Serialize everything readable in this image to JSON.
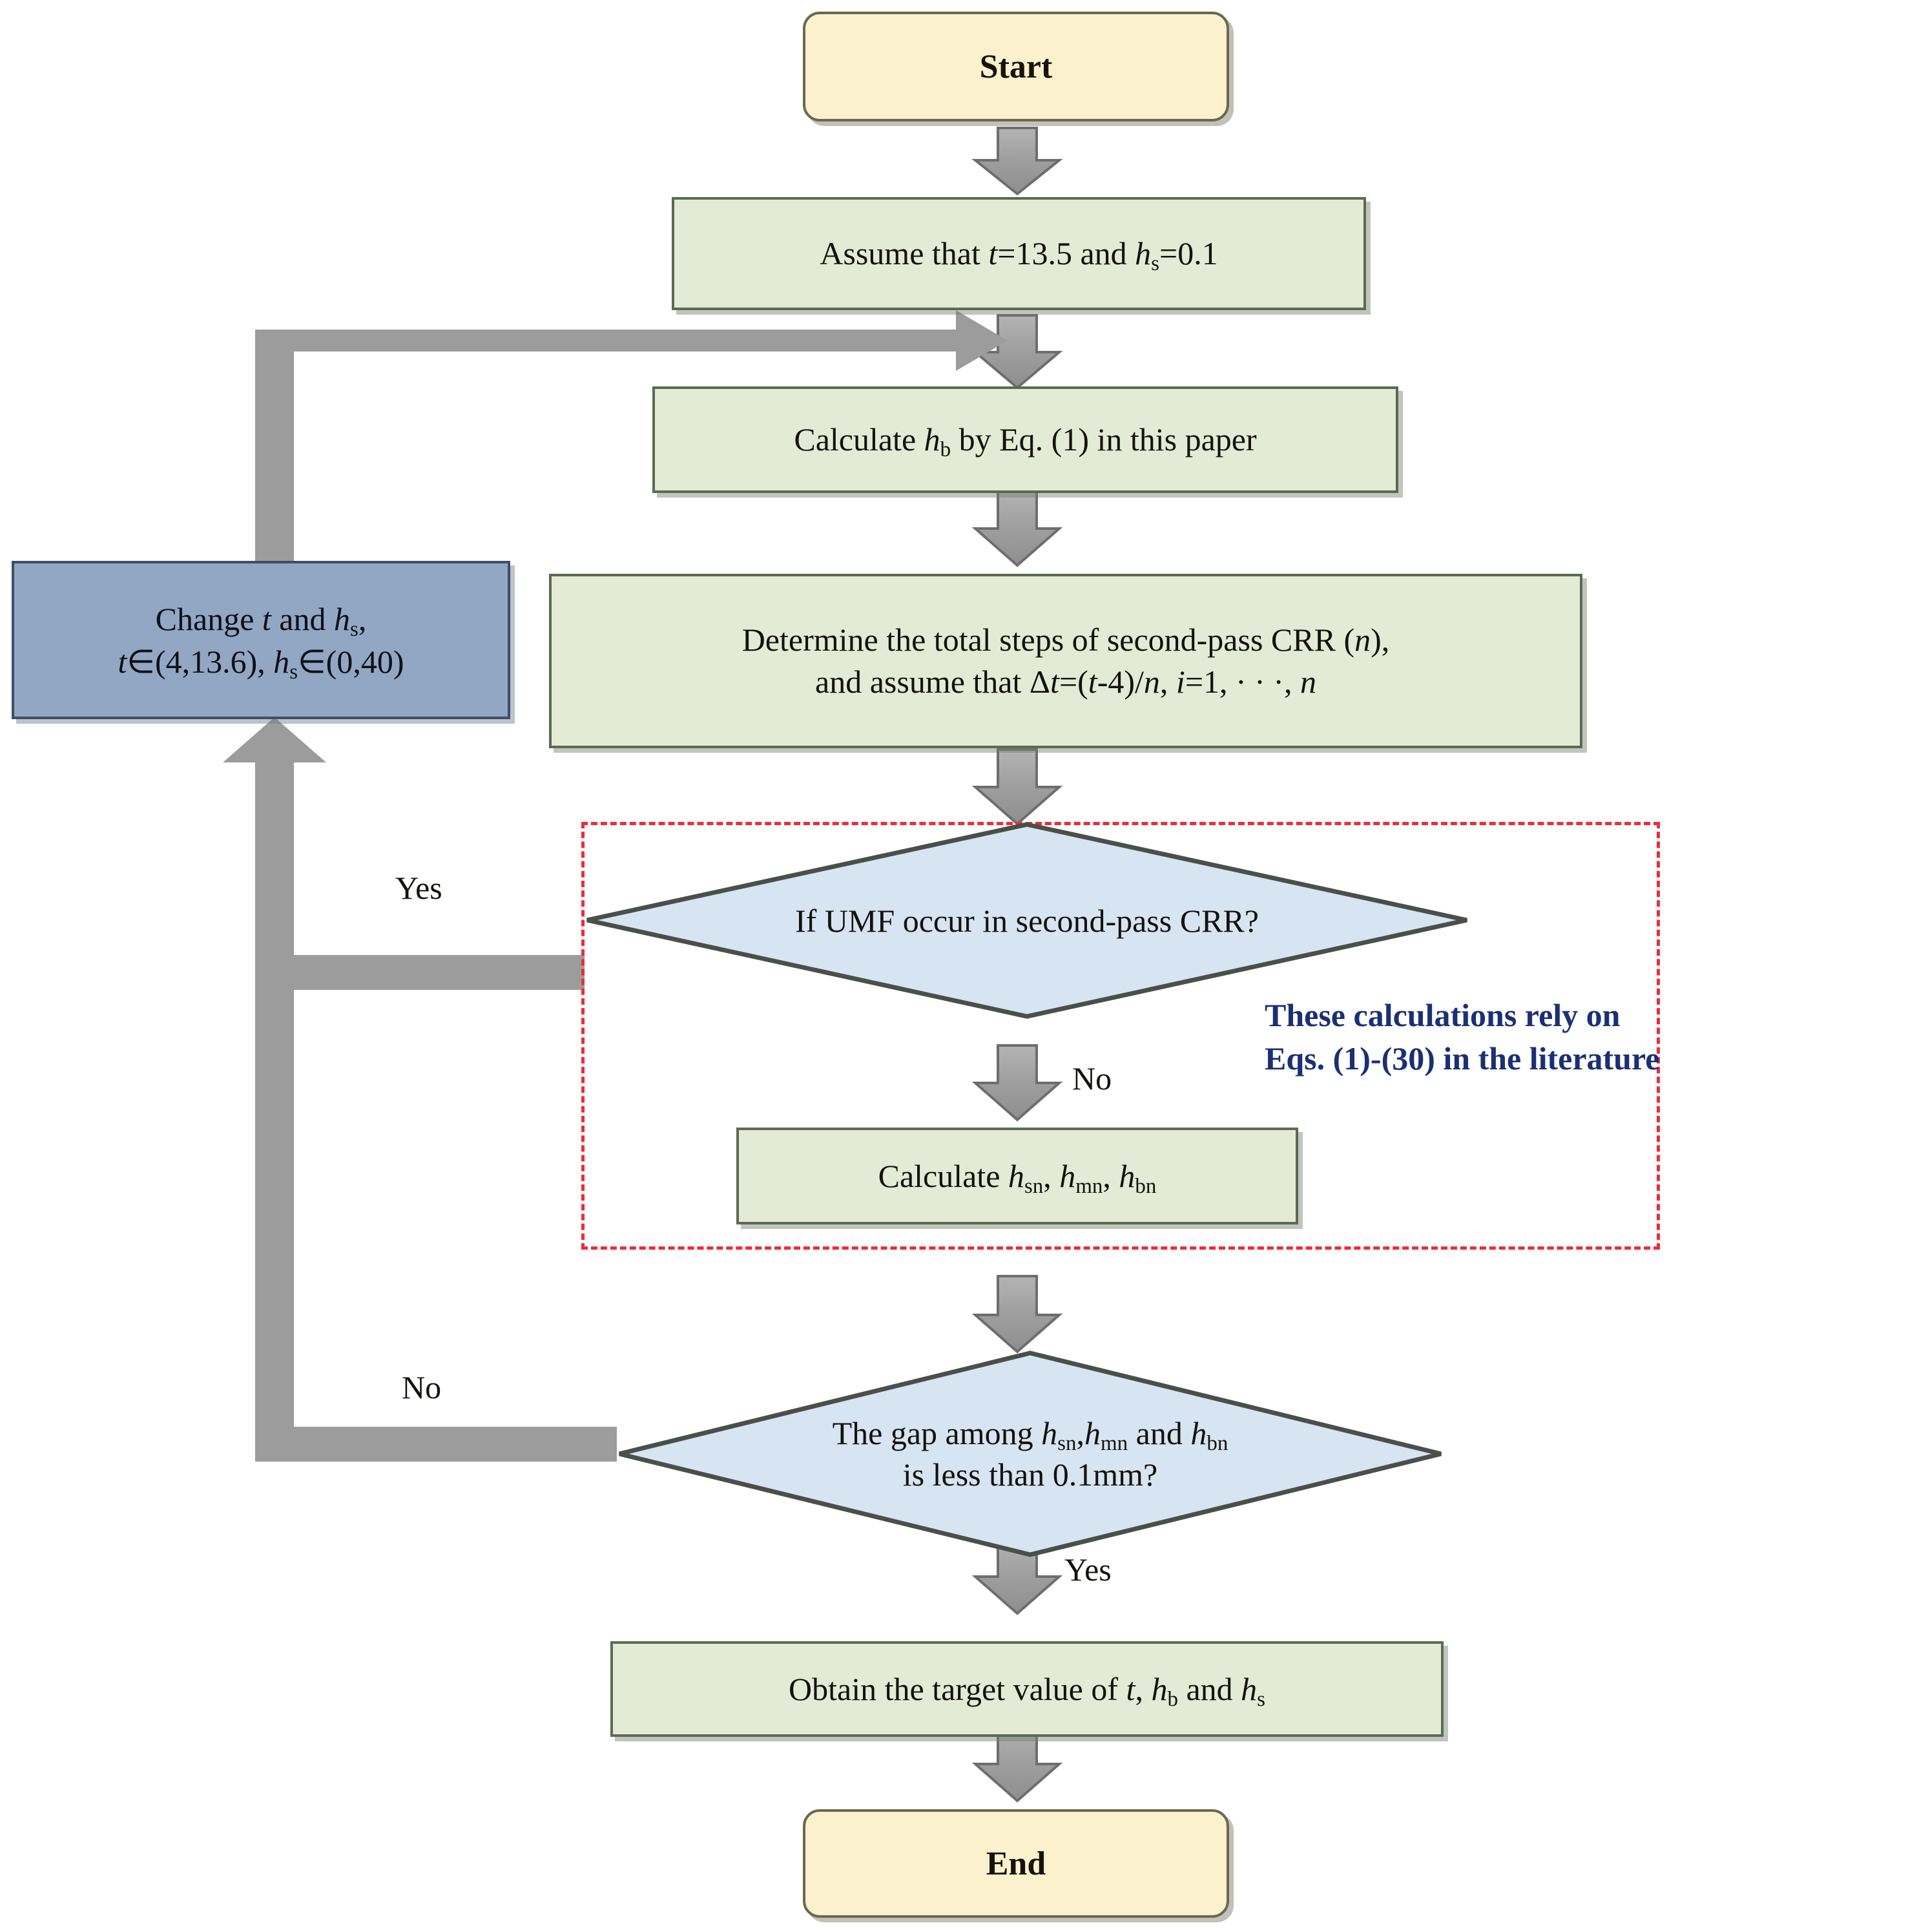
{
  "diagram": {
    "title": "Iterative calculation flowchart for second-pass CRR",
    "colors": {
      "terminator_fill": "#FBF1CD",
      "terminator_stroke": "#6B6852",
      "process_fill": "#E3EBD6",
      "process_stroke": "#5B6B52",
      "decision_fill": "#D7E4F2",
      "decision_stroke": "#4A4F4A",
      "change_fill": "#92A7C4",
      "change_stroke": "#3C4F68",
      "arrow_fill": "#9C9C9C",
      "dashed_box": "#EE2B3B",
      "note_text": "#1B2F76"
    }
  },
  "nodes": {
    "start": {
      "label": "Start",
      "type": "terminator"
    },
    "assume": {
      "type": "process",
      "text_plain": "Assume that t=13.5 and hs=0.1",
      "prefix": "Assume that ",
      "var1": "t",
      "mid": "=13.5 and ",
      "var2": "h",
      "var2_sub": "s",
      "suffix": "=0.1"
    },
    "calc_hb": {
      "type": "process",
      "text_plain": "Calculate hb by Eq. (1) in this paper",
      "prefix": "Calculate ",
      "var": "h",
      "var_sub": "b",
      "suffix": " by Eq. (1) in this paper"
    },
    "determine": {
      "type": "process",
      "text_plain": "Determine the total steps of second-pass CRR (n), and assume that Δt=(t-4)/n, i=1, ···, n",
      "line1_a": "Determine the total steps of second-pass CRR (",
      "line1_var": "n",
      "line1_b": "),",
      "line2_a": "and assume that Δ",
      "line2_v1": "t",
      "line2_b": "=(",
      "line2_v2": "t",
      "line2_c": "-4)/",
      "line2_v3": "n",
      "line2_d": ", ",
      "line2_v4": "i",
      "line2_e": "=1, · · ·, ",
      "line2_v5": "n"
    },
    "change": {
      "type": "change",
      "text_plain": "Change t and hs, t∈(4,13.6), hs∈(0,40)",
      "line1_a": "Change ",
      "line1_v1": "t",
      "line1_b": " and ",
      "line1_v2": "h",
      "line1_v2_sub": "s",
      "line1_c": ",",
      "line2_v1": "t",
      "line2_a": "∈(4,13.6), ",
      "line2_v2": "h",
      "line2_v2_sub": "s",
      "line2_b": "∈(0,40)"
    },
    "decision_umf": {
      "type": "decision",
      "text_plain": "If UMF occur in second-pass CRR?"
    },
    "calc_hsn": {
      "type": "process",
      "text_plain": "Calculate hsn, hmn, hbn",
      "prefix": "Calculate  ",
      "v1": "h",
      "v1_sub": "sn",
      "sep1": ", ",
      "v2": "h",
      "v2_sub": "mn",
      "sep2": ", ",
      "v3": "h",
      "v3_sub": "bn"
    },
    "decision_gap": {
      "type": "decision",
      "text_plain": "The gap among hsn,hmn and hbn is less than 0.1mm?",
      "line1_a": "The gap among ",
      "line1_v1": "h",
      "line1_v1_sub": "sn",
      "line1_b": ",",
      "line1_v2": "h",
      "line1_v2_sub": "mn",
      "line1_c": " and ",
      "line1_v3": "h",
      "line1_v3_sub": "bn",
      "line2": "is less than 0.1mm?"
    },
    "obtain": {
      "type": "process",
      "text_plain": "Obtain the target value of t, hb and hs",
      "prefix": "Obtain the target value of ",
      "v1": "t",
      "sep1": ", ",
      "v2": "h",
      "v2_sub": "b",
      "sep2": " and ",
      "v3": "h",
      "v3_sub": "s"
    },
    "end": {
      "label": "End",
      "type": "terminator"
    }
  },
  "edge_labels": {
    "umf_yes": "Yes",
    "umf_no": "No",
    "gap_no": "No",
    "gap_yes": "Yes"
  },
  "annotation": {
    "line1": "These calculations rely on",
    "line2": "Eqs. (1)-(30) in the literature"
  }
}
